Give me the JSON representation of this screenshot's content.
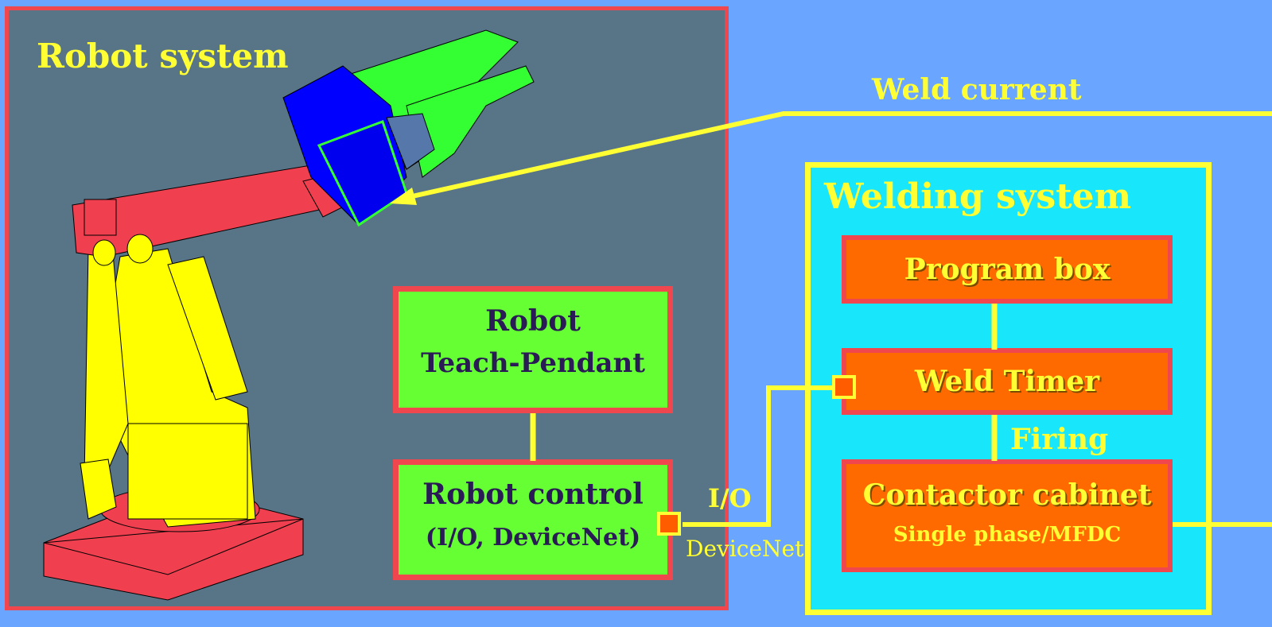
{
  "robot_system": {
    "title": "Robot system",
    "teach_pendant": {
      "line1": "Robot",
      "line2": "Teach-Pendant"
    },
    "robot_control": {
      "line1": "Robot control",
      "line2": "(I/O, DeviceNet)"
    }
  },
  "links": {
    "weld_current": "Weld current",
    "io": "I/O",
    "devicenet": "DeviceNet",
    "firing": "Firing"
  },
  "welding_system": {
    "title": "Welding system",
    "program_box": "Program box",
    "weld_timer": "Weld Timer",
    "contactor": {
      "line1": "Contactor cabinet",
      "line2": "Single phase/MFDC"
    }
  },
  "colors": {
    "background": "#6aa6ff",
    "robot_panel": "#587487",
    "panel_border": "#f0474f",
    "label_yellow": "#ffff33",
    "green_box": "#66ff33",
    "cyan_panel": "#18e6fa",
    "orange_box": "#ff6a00"
  }
}
